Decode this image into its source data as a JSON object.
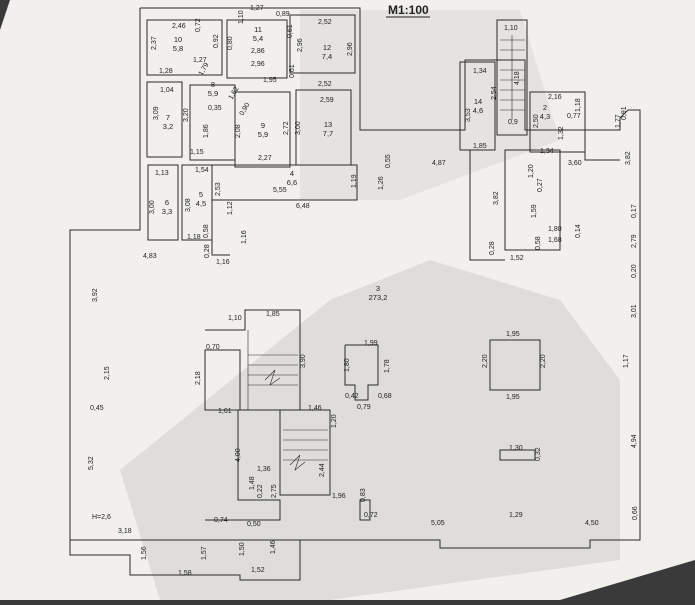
{
  "scale": "M1:100",
  "height_note": "H=2,6",
  "rooms": [
    {
      "num": "10",
      "area": "5,8"
    },
    {
      "num": "11",
      "area": "5,4"
    },
    {
      "num": "12",
      "area": "7,4"
    },
    {
      "num": "8",
      "area": "5,9"
    },
    {
      "num": "9",
      "area": "5,9"
    },
    {
      "num": "13",
      "area": "7,7"
    },
    {
      "num": "7",
      "area": "3,2"
    },
    {
      "num": "4",
      "area": "6,6"
    },
    {
      "num": "5",
      "area": "4,5"
    },
    {
      "num": "6",
      "area": "3,3"
    },
    {
      "num": "14",
      "area": "4,6"
    },
    {
      "num": "2",
      "area": "4,3"
    },
    {
      "num": "3",
      "area": "273,2"
    }
  ],
  "dimensions": [
    "2,46",
    "0,72",
    "1,27",
    "0,89",
    "1,10",
    "2,52",
    "2,37",
    "0,92",
    "0,80",
    "2,96",
    "0,61",
    "2,96",
    "1,28",
    "1,27",
    "1,79",
    "2,86",
    "2,96",
    "1,95",
    "0,61",
    "2,52",
    "1,04",
    "0,35",
    "1,62",
    "2,59",
    "3,09",
    "3,20",
    "0,90",
    "1,86",
    "2,08",
    "2,72",
    "3,00",
    "1,15",
    "2,27",
    "1,13",
    "1,54",
    "2,53",
    "5,55",
    "1,19",
    "1,26",
    "0,55",
    "4,87",
    "3,00",
    "3,08",
    "1,12",
    "6,48",
    "1,18",
    "0,58",
    "1,16",
    "0,28",
    "1,16",
    "4,83",
    "1,34",
    "4,18",
    "2,54",
    "0,9",
    "3,53",
    "1,85",
    "2,16",
    "2,50",
    "1,18",
    "0,77",
    "1,34",
    "1,32",
    "3,60",
    "0,91",
    "1,77",
    "3,82",
    "3,82",
    "1,20",
    "0,27",
    "1,59",
    "0,28",
    "1,52",
    "1,80",
    "0,58",
    "1,68",
    "0,14",
    "0,17",
    "2,79",
    "0,20",
    "3,92",
    "1,85",
    "1,10",
    "0,70",
    "2,15",
    "2,18",
    "3,90",
    "1,61",
    "0,45",
    "1,99",
    "1,80",
    "1,78",
    "0,42",
    "0,79",
    "0,68",
    "1,95",
    "2,20",
    "2,20",
    "1,95",
    "3,01",
    "1,17",
    "1,46",
    "1,36",
    "4,00",
    "1,48",
    "0,22",
    "2,75",
    "2,44",
    "1,96",
    "0,83",
    "0,72",
    "5,32",
    "0,74",
    "0,50",
    "5,05",
    "1,29",
    "4,50",
    "0,66",
    "1,30",
    "0,32",
    "4,94",
    "3,18",
    "1,56",
    "1,57",
    "1,58",
    "1,50",
    "1,46",
    "1,52",
    "1,20",
    "1,10"
  ],
  "colors": {
    "paper": "#f1f0ec",
    "line": "#2a2a2a",
    "shadow": "#3a3a3a"
  }
}
